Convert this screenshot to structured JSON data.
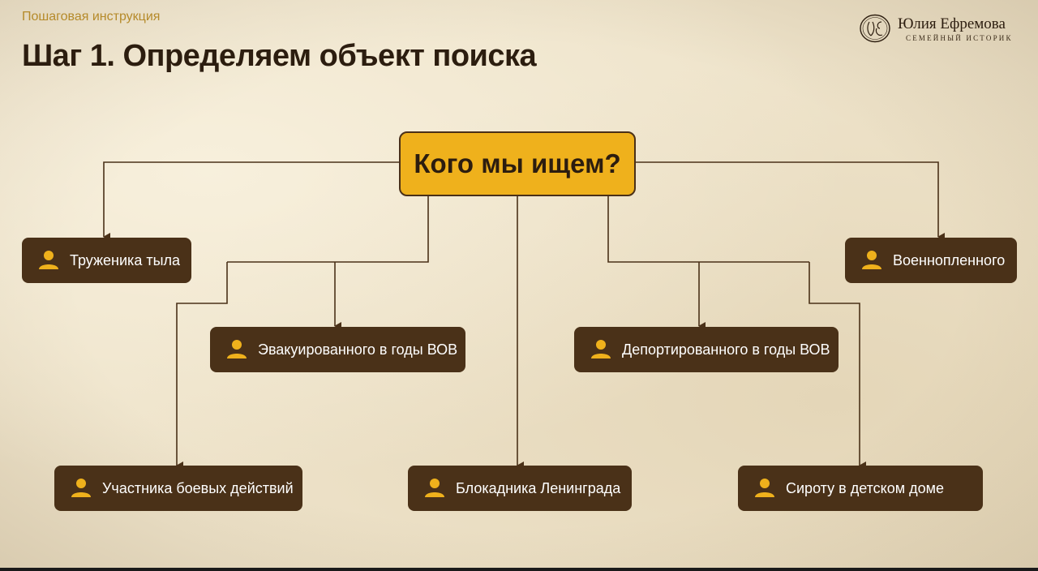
{
  "header": {
    "subtitle": "Пошаговая инструкция",
    "title": "Шаг 1. Определяем объект поиска"
  },
  "logo": {
    "name": "Юлия Ефремова",
    "tagline": "СЕМЕЙНЫЙ ИСТОРИК"
  },
  "diagram": {
    "center": "Кого мы ищем?",
    "nodes": [
      {
        "id": "home-front",
        "label": "Труженика тыла"
      },
      {
        "id": "pow",
        "label": "Военнопленного"
      },
      {
        "id": "evacuee",
        "label": "Эвакуированного в годы ВОВ"
      },
      {
        "id": "deportee",
        "label": "Депортированного в годы ВОВ"
      },
      {
        "id": "combatant",
        "label": "Участника боевых действий"
      },
      {
        "id": "blockade",
        "label": "Блокадника Ленинграда"
      },
      {
        "id": "orphan",
        "label": "Сироту в детском доме"
      }
    ]
  },
  "colors": {
    "center_fill": "#efb11c",
    "node_fill": "#4a3118",
    "accent": "#efb11c",
    "subtitle": "#b58a2a"
  },
  "icons": {
    "node": "person-icon",
    "logo": "monogram-icon"
  }
}
